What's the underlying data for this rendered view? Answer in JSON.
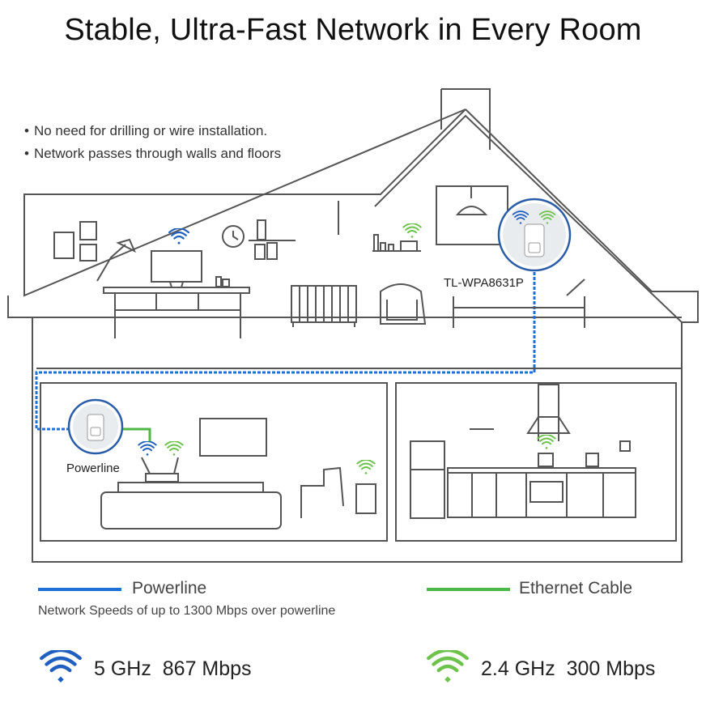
{
  "title": "Stable, Ultra-Fast Network in Every Room",
  "bullets": [
    "No need for drilling or wire installation.",
    "Network passes through walls and floors"
  ],
  "devices": {
    "extender_label": "TL-WPA8631P",
    "powerline_label": "Powerline"
  },
  "legend": {
    "powerline": "Powerline",
    "ethernet": "Ethernet Cable",
    "note": "Network Speeds of up to 1300 Mbps over powerline"
  },
  "speeds": [
    {
      "band": "5 GHz",
      "rate": "867 Mbps",
      "color": "#1f5fbf",
      "icon": "wifi-icon"
    },
    {
      "band": "2.4 GHz",
      "rate": "300 Mbps",
      "color": "#6cc24a",
      "icon": "wifi-icon"
    }
  ],
  "colors": {
    "powerline_line": "#1e6fd6",
    "ethernet_line": "#4cb848",
    "outline": "#555555",
    "wifi_blue": "#1f5fbf",
    "wifi_green": "#6cc24a"
  }
}
